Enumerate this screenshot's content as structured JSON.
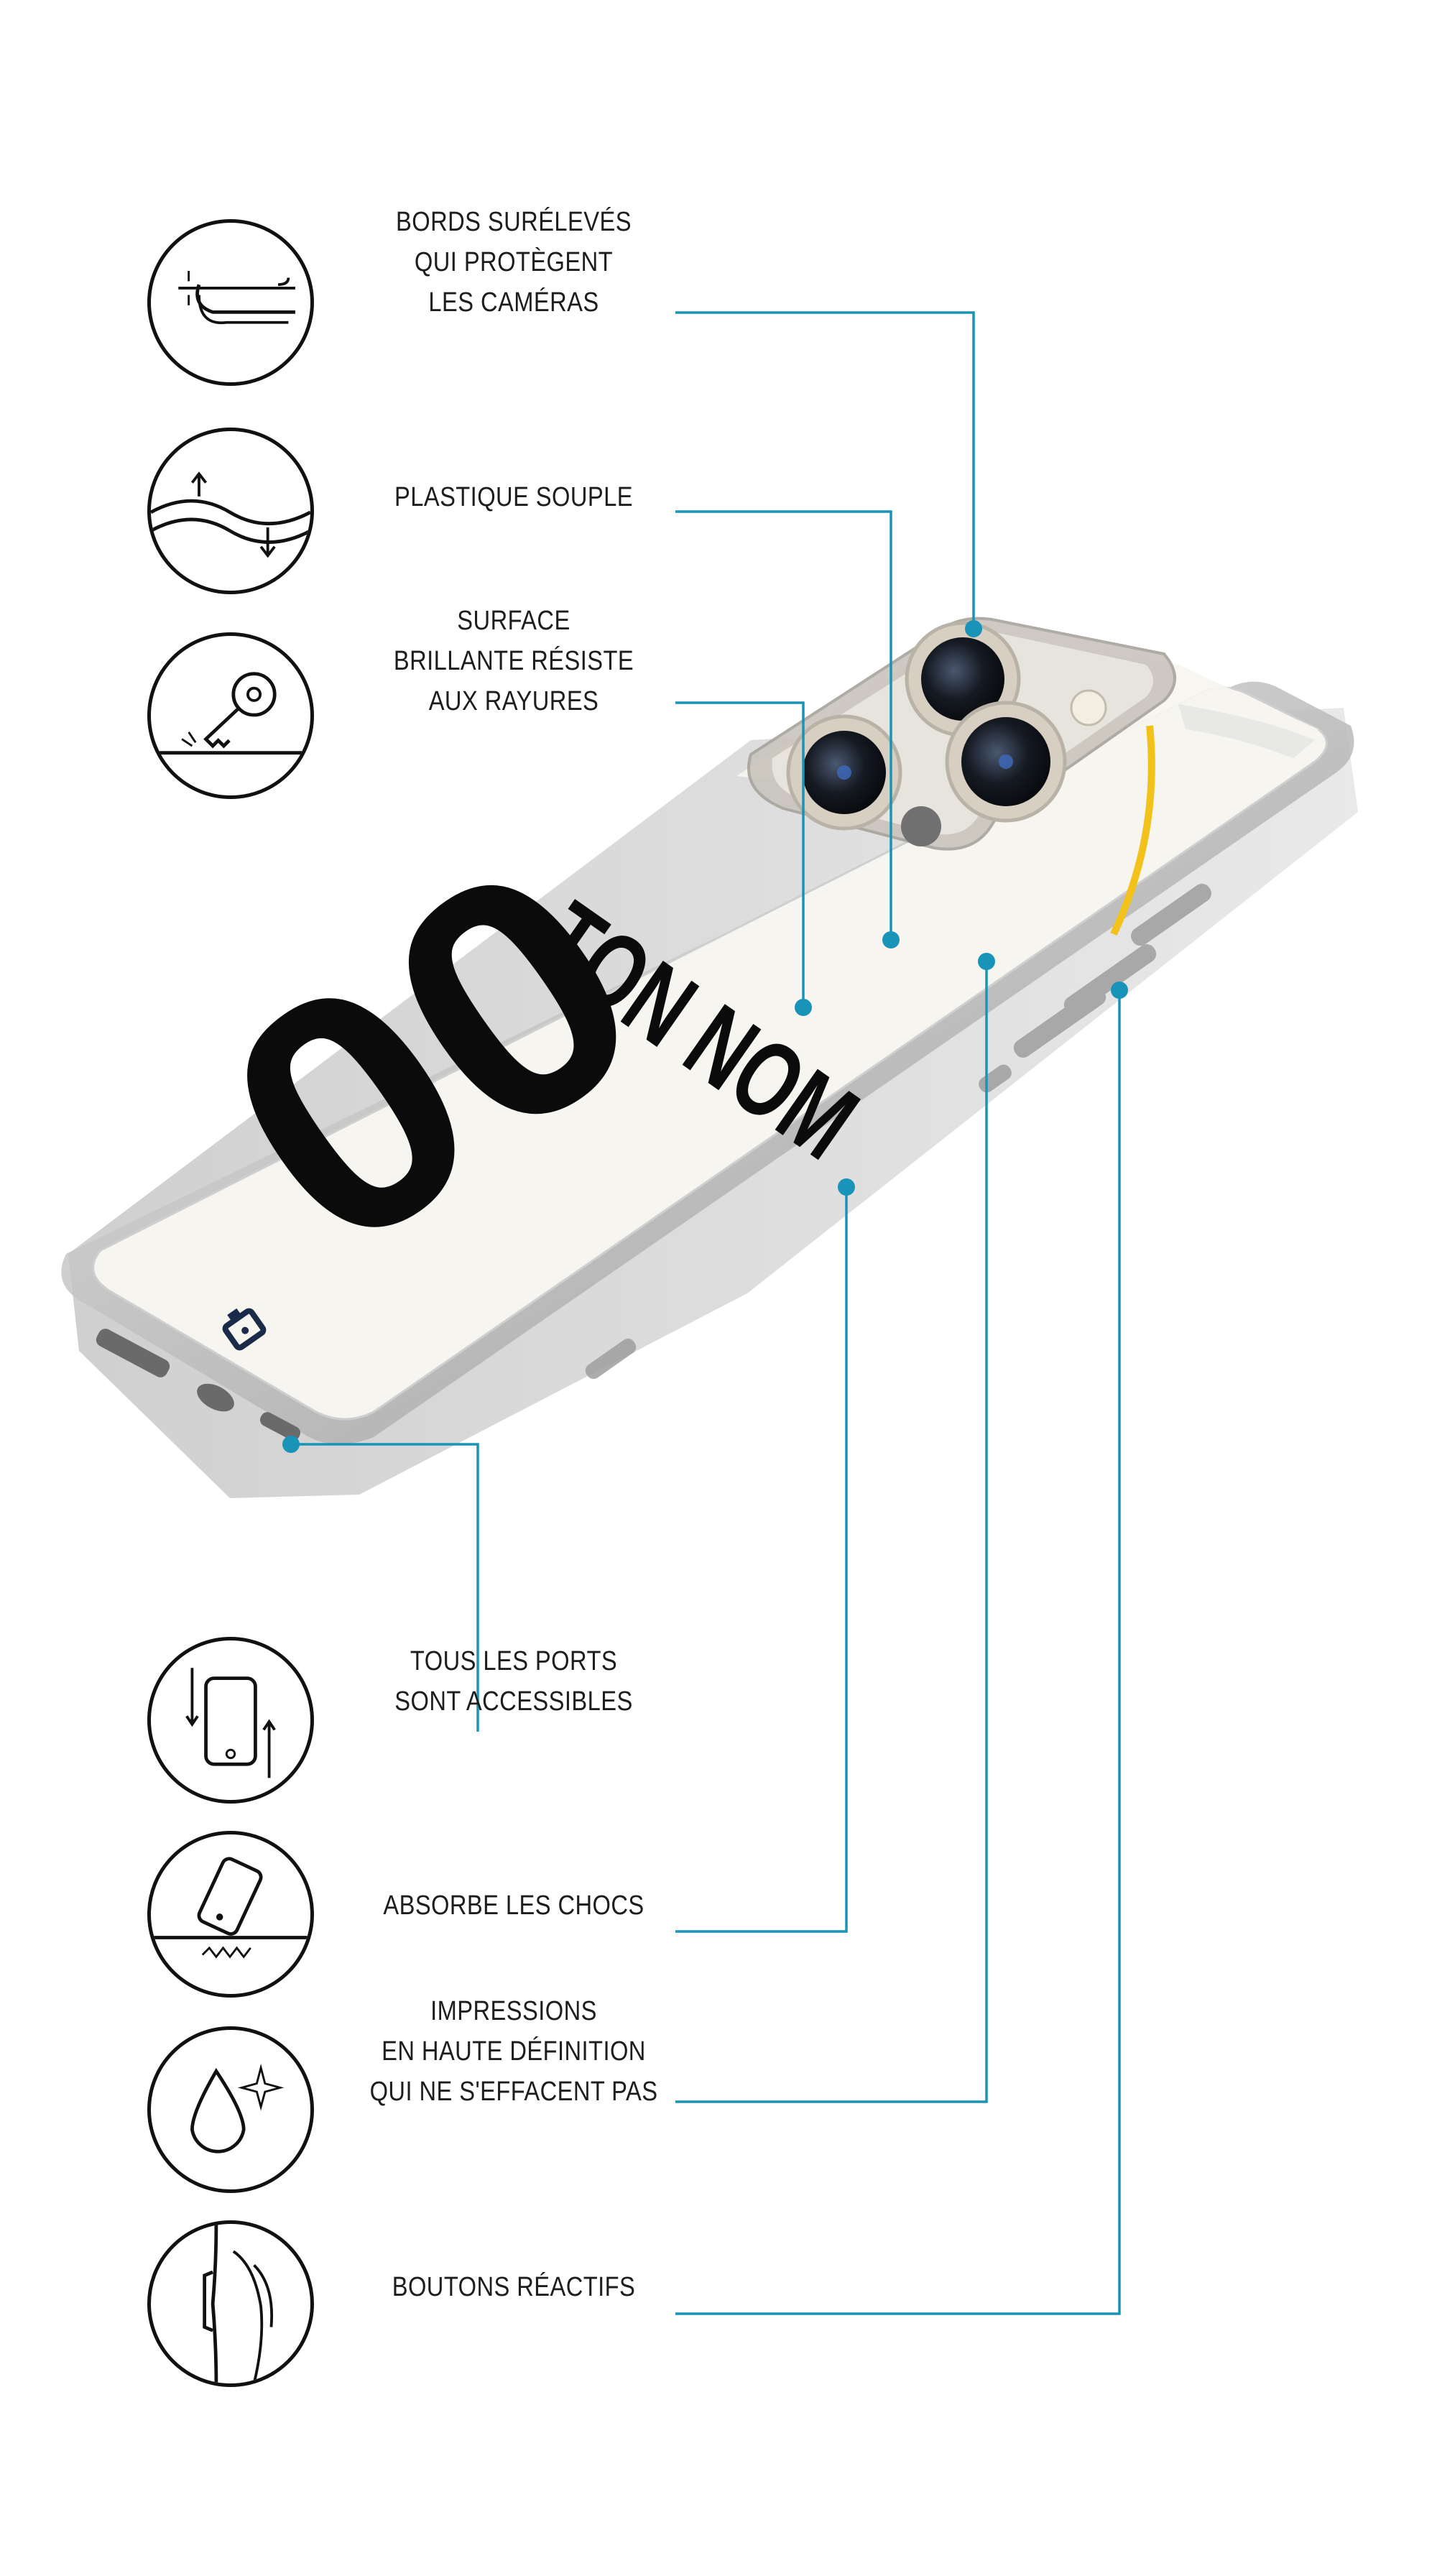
{
  "features": [
    {
      "id": "raised-edges",
      "icon": "raised-edge-icon",
      "lines": [
        "BORDS SURÉLEVÉS",
        "QUI PROTÈGENT",
        "LES CAMÉRAS"
      ]
    },
    {
      "id": "soft-plastic",
      "icon": "flexible-wave-icon",
      "lines": [
        "PLASTIQUE SOUPLE"
      ]
    },
    {
      "id": "scratch-resistant",
      "icon": "key-scratch-icon",
      "lines": [
        "SURFACE",
        "BRILLANTE RÉSISTE",
        "AUX RAYURES"
      ]
    },
    {
      "id": "ports-accessible",
      "icon": "phone-rotate-icon",
      "lines": [
        "TOUS LES PORTS",
        "SONT ACCESSIBLES"
      ]
    },
    {
      "id": "shock-absorb",
      "icon": "phone-drop-icon",
      "lines": [
        "ABSORBE LES CHOCS"
      ]
    },
    {
      "id": "hd-print",
      "icon": "water-drop-sparkle-icon",
      "lines": [
        "IMPRESSIONS",
        "EN HAUTE DÉFINITION",
        "QUI NE S'EFFACENT PAS"
      ]
    },
    {
      "id": "responsive-buttons",
      "icon": "side-button-icon",
      "lines": [
        "BOUTONS RÉACTIFS"
      ]
    }
  ],
  "phone": {
    "name_text": "TON NOM",
    "number_text": "00"
  },
  "colors": {
    "accent": "#1a93b8",
    "case_background": "#f6f5f0",
    "jersey_yellow": "#f2c21b",
    "text": "#1d1d1d"
  }
}
